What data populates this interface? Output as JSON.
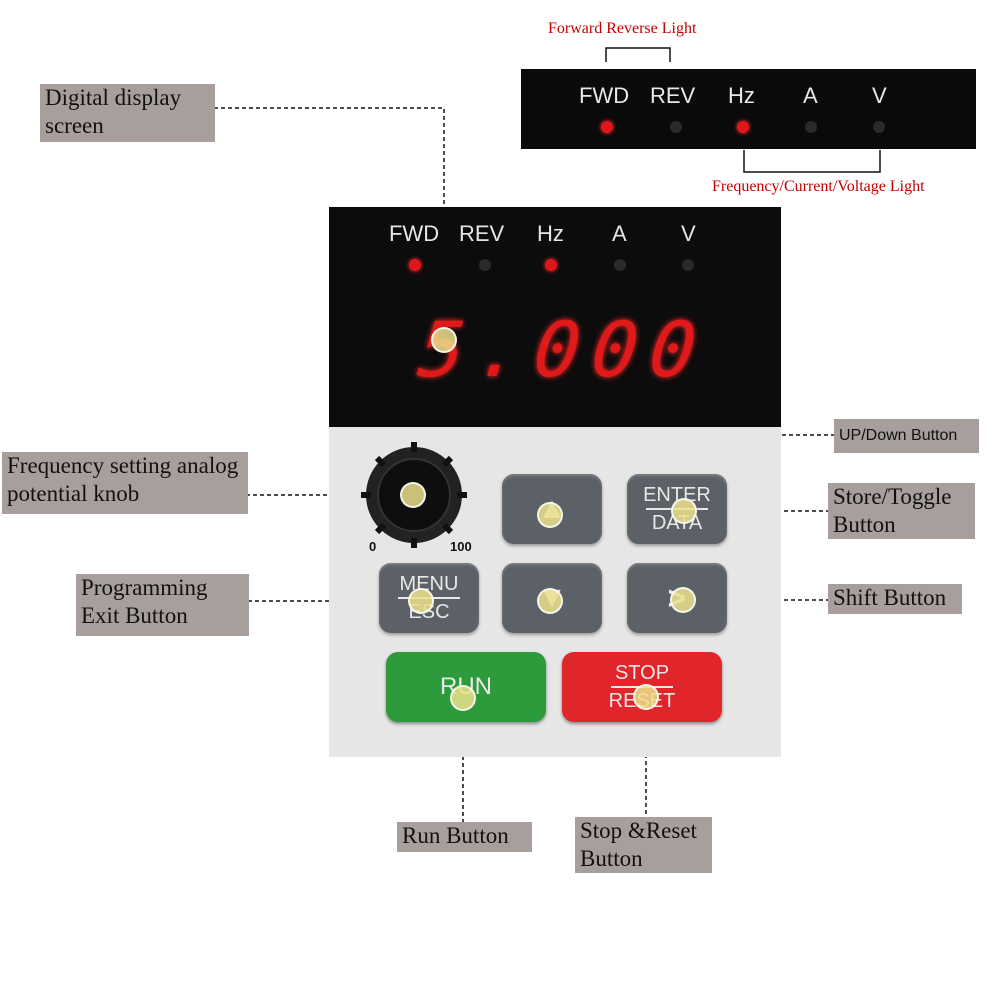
{
  "inset": {
    "caption_top": "Forward Reverse Light",
    "caption_bottom": "Frequency/Current/Voltage Light",
    "labels": [
      "FWD",
      "REV",
      "Hz",
      "A",
      "V"
    ],
    "leds_on": [
      true,
      false,
      true,
      false,
      false
    ]
  },
  "device": {
    "labels": [
      "FWD",
      "REV",
      "Hz",
      "A",
      "V"
    ],
    "leds_on": [
      true,
      false,
      true,
      false,
      false
    ],
    "display_value": "5.000",
    "knob_min": "0",
    "knob_max": "100",
    "buttons": {
      "enter_top": "ENTER",
      "enter_bottom": "DATA",
      "menu_top": "MENU",
      "menu_bottom": "ESC",
      "run": "RUN",
      "stop_top": "STOP",
      "stop_bottom": "RESET"
    }
  },
  "callouts": {
    "display": "Digital display screen",
    "knob": "Frequency setting analog potential knob",
    "menu": "Programming Exit Button",
    "updown": "UP/Down Button",
    "enter": "Store/Toggle Button",
    "shift": "Shift Button",
    "run": "Run Button",
    "stop": "Stop &Reset Button"
  },
  "colors": {
    "led_on": "#e0161d",
    "display_digits": "#e01a1a",
    "callout_bg": "#a89e9c",
    "inset_caption": "#c40000",
    "run_button": "#2d9a3c",
    "stop_button": "#e0262a"
  }
}
